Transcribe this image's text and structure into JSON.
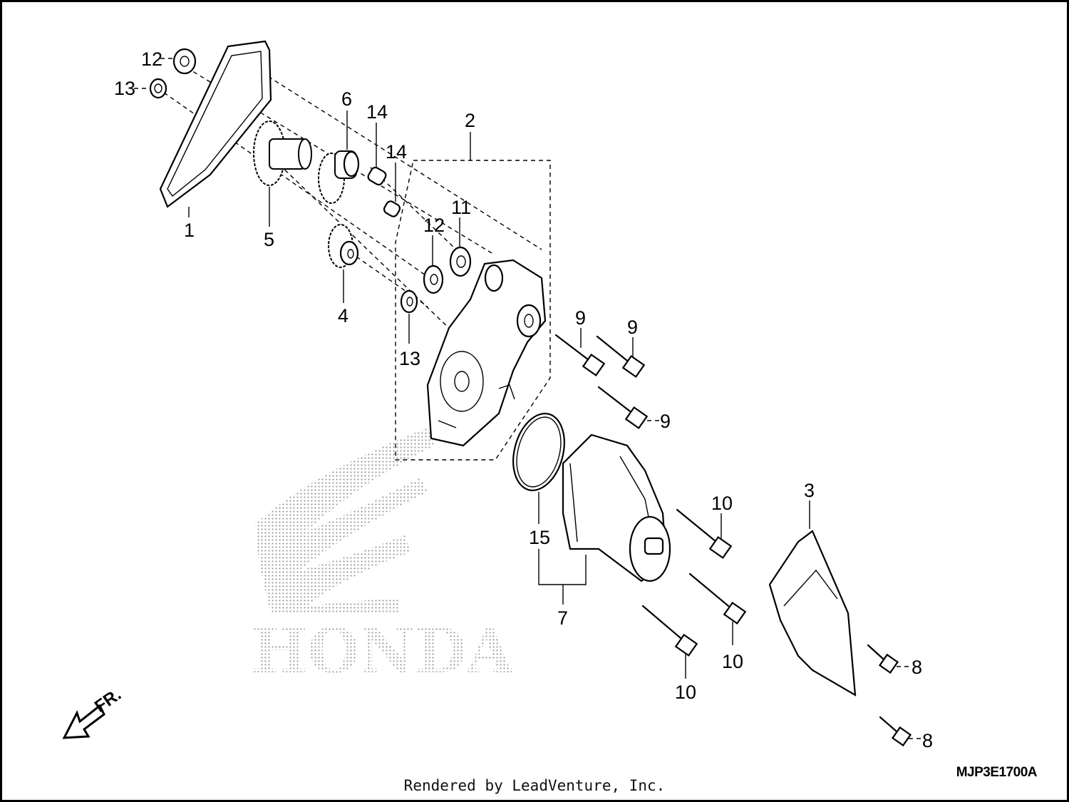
{
  "diagram": {
    "watermark_text": "HONDA",
    "direction_label": "FR.",
    "drawing_code": "MJP3E1700A",
    "footer_text": "Rendered by LeadVenture, Inc.",
    "callouts": [
      "12",
      "13",
      "1",
      "5",
      "6",
      "14",
      "14",
      "2",
      "12",
      "11",
      "4",
      "13",
      "9",
      "9",
      "9",
      "15",
      "7",
      "10",
      "10",
      "10",
      "3",
      "8",
      "8"
    ]
  }
}
